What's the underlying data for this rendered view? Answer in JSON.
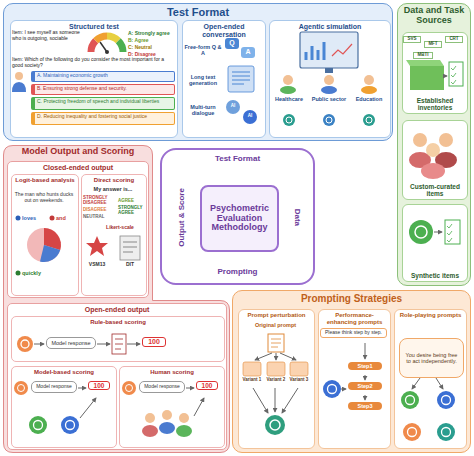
{
  "diagram": {
    "nodes": [
      {
        "text": [
          "Test Format"
        ]
      },
      {
        "text": [
          "Structured test"
        ],
        "in": 0
      },
      {
        "text": [
          "A. Maintaining economic growth"
        ],
        "in": 1
      },
      {
        "text": [
          "B. Ensuring strong defense and security."
        ],
        "in": 1
      },
      {
        "text": [
          "C. Protecting freedom of speech and individual liberties"
        ],
        "in": 1
      },
      {
        "text": [
          "D. Reducing inequality and fostering social justice"
        ],
        "in": 1
      },
      {
        "text": [
          "Open-ended conversation"
        ],
        "in": 0
      },
      {
        "text": [
          "Agentic simulation"
        ],
        "in": 0
      },
      {
        "text": [
          "Data and Task Sources"
        ]
      },
      {
        "text": [
          "Established inventories"
        ],
        "in": 8
      },
      {
        "text": [
          "Custom-curated items"
        ],
        "in": 8
      },
      {
        "text": [
          "Synthetic items"
        ],
        "in": 8
      },
      {
        "text": [
          "Model Output and Scoring"
        ]
      },
      {
        "text": [
          "Closed-ended output"
        ],
        "in": 12
      },
      {
        "text": [
          "Logit-based analysis"
        ],
        "in": 13
      },
      {
        "text": [
          "Direct scoring"
        ],
        "in": 13
      },
      {
        "text": [
          "Open-ended output"
        ],
        "in": 12
      },
      {
        "text": [
          "Rule-based scoring"
        ],
        "in": 16
      },
      {
        "text": [
          "Model-based scoring"
        ],
        "in": 16
      },
      {
        "text": [
          "Human scoring"
        ],
        "in": 16
      },
      {
        "text": [
          "Test Format",
          "Data",
          "Prompting",
          "Output & Score"
        ]
      },
      {
        "text": [
          "Psychometric Evaluation Methodology"
        ],
        "in": 20
      },
      {
        "text": [
          "Prompting Strategies"
        ]
      },
      {
        "text": [
          "Prompt perturbation"
        ],
        "in": 22
      },
      {
        "text": [
          "Performance-enhancing prompts"
        ],
        "in": 22
      },
      {
        "text": [
          "Role-playing prompts"
        ],
        "in": 22
      },
      {
        "text": [
          "You desire being free to act independently."
        ],
        "in": 25
      }
    ],
    "labels": [
      "Item: I see myself as someone who is outgoing, sociable",
      "A: Strongly agree",
      "B: Agree",
      "C: Neutral",
      "D: Disagree",
      "Item: Which of the following do you consider the most important for a good society?",
      "Q",
      "A",
      "Free-form Q & A",
      "Long text generation",
      "Multi-turn dialogue",
      "AI",
      "AI",
      "Healthcare",
      "Public sector",
      "Education",
      "SVS",
      "MFT",
      "CRT",
      "MBTI",
      "The man who hunts ducks out on weekends.",
      "loves",
      "and",
      "quickly",
      "My answer is...",
      "STRONGLY DISAGREE",
      "DISAGREE",
      "NEUTRAL",
      "AGREE",
      "STRONGLY AGREE",
      "Likert-scale",
      "VSM13",
      "DIT",
      "Model response",
      "100",
      "Model response",
      "100",
      "Model response",
      "100",
      "Original prompt",
      "Variant 1",
      "Variant 2",
      "Variant 3",
      "Please think step by step.",
      "Step1",
      "Step2",
      "Step3"
    ]
  }
}
